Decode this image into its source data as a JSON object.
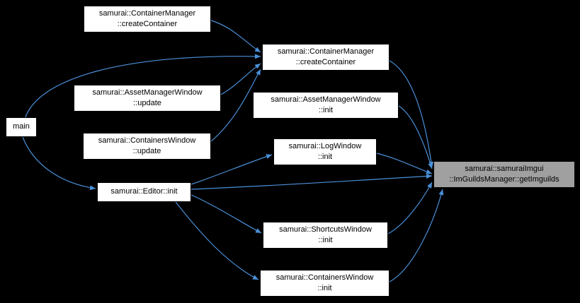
{
  "diagram": {
    "type": "caller-graph",
    "background": "#000000",
    "edge_color": "#4a90d9",
    "node_fill": "#ffffff",
    "node_border": "#000000",
    "highlight_fill": "#a0a0a0",
    "nodes": [
      {
        "id": "create-container-caller",
        "label": "samurai::ContainerManager\n::createContainer",
        "current": false
      },
      {
        "id": "create-container",
        "label": "samurai::ContainerManager\n::createContainer",
        "current": false
      },
      {
        "id": "asset-manager-window-update",
        "label": "samurai::AssetManagerWindow\n::update",
        "current": false
      },
      {
        "id": "asset-manager-window-init",
        "label": "samurai::AssetManagerWindow\n::init",
        "current": false
      },
      {
        "id": "main",
        "label": "main",
        "current": false
      },
      {
        "id": "containers-window-update",
        "label": "samurai::ContainersWindow\n::update",
        "current": false
      },
      {
        "id": "log-window-init",
        "label": "samurai::LogWindow\n::init",
        "current": false
      },
      {
        "id": "editor-init",
        "label": "samurai::Editor::init",
        "current": false
      },
      {
        "id": "get-imguilds",
        "label": "samurai::samuraiImgui\n::ImGuildsManager::getImguilds",
        "current": true
      },
      {
        "id": "shortcuts-window-init",
        "label": "samurai::ShortcutsWindow\n::init",
        "current": false
      },
      {
        "id": "containers-window-init",
        "label": "samurai::ContainersWindow\n::init",
        "current": false
      }
    ],
    "edges": [
      {
        "from": "create-container-caller",
        "to": "create-container"
      },
      {
        "from": "main",
        "to": "create-container"
      },
      {
        "from": "asset-manager-window-update",
        "to": "create-container"
      },
      {
        "from": "containers-window-update",
        "to": "create-container"
      },
      {
        "from": "main",
        "to": "editor-init"
      },
      {
        "from": "editor-init",
        "to": "log-window-init"
      },
      {
        "from": "editor-init",
        "to": "get-imguilds"
      },
      {
        "from": "editor-init",
        "to": "shortcuts-window-init"
      },
      {
        "from": "editor-init",
        "to": "containers-window-init"
      },
      {
        "from": "create-container",
        "to": "get-imguilds"
      },
      {
        "from": "asset-manager-window-init",
        "to": "get-imguilds"
      },
      {
        "from": "log-window-init",
        "to": "get-imguilds"
      },
      {
        "from": "shortcuts-window-init",
        "to": "get-imguilds"
      },
      {
        "from": "containers-window-init",
        "to": "get-imguilds"
      }
    ]
  }
}
